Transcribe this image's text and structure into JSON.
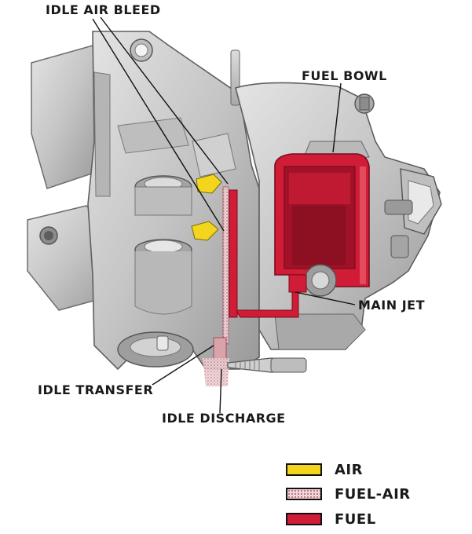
{
  "labels": {
    "idle_air_bleed": "IDLE AIR BLEED",
    "fuel_bowl": "FUEL BOWL",
    "main_jet": "MAIN JET",
    "idle_transfer": "IDLE TRANSFER",
    "idle_discharge": "IDLE DISCHARGE"
  },
  "legend": [
    {
      "key": "air",
      "label": "AIR",
      "color": "#f2d51c"
    },
    {
      "key": "fuel_air",
      "label": "FUEL-AIR",
      "color": "#d9a3a9"
    },
    {
      "key": "fuel",
      "label": "FUEL",
      "color": "#d01c37"
    }
  ],
  "colors": {
    "body_metal": "#c9c9c9",
    "metal_dark": "#8a8a8a",
    "metal_light": "#e6e6e6",
    "air": "#f2d51c",
    "fuel": "#d01c37",
    "fuel_air": "#d9a3a9"
  }
}
